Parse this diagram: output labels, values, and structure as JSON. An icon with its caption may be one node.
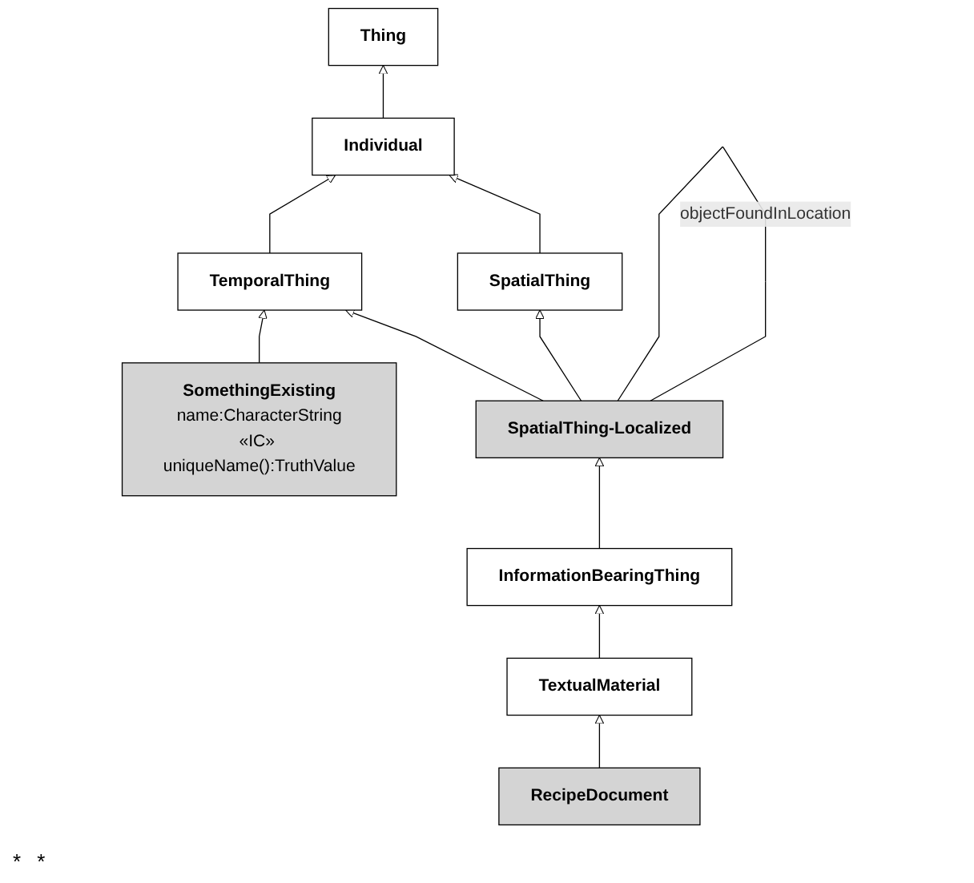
{
  "diagram": {
    "nodes": [
      {
        "text": [
          "Thing"
        ]
      },
      {
        "text": [
          "Individual"
        ]
      },
      {
        "text": [
          "SpatialThing"
        ]
      },
      {
        "text": [
          "TemporalThing"
        ]
      },
      {
        "text": [
          "SpatialThing-Localized"
        ]
      },
      {
        "text": [
          "SomethingExisting",
          "name:CharacterString",
          "«IC» uniqueName():TruthValue"
        ]
      },
      {
        "text": [
          "InformationBearingThing"
        ]
      },
      {
        "text": [
          "TextualMaterial"
        ]
      },
      {
        "text": [
          "RecipeDocument"
        ]
      }
    ],
    "edges": [
      {
        "from": 1,
        "to": 0,
        "arrow": "to"
      },
      {
        "from": 2,
        "to": 1,
        "arrow": "to"
      },
      {
        "from": 3,
        "to": 1,
        "arrow": "to"
      },
      {
        "from": 4,
        "to": 2,
        "arrow": "to"
      },
      {
        "from": 4,
        "to": 3,
        "arrow": "to"
      },
      {
        "from": 5,
        "to": 3,
        "arrow": "to"
      },
      {
        "from": 4,
        "to": 4,
        "arrow": "none",
        "label": "objectFoundInLocation"
      },
      {
        "from": 6,
        "to": 4,
        "arrow": "to"
      },
      {
        "from": 7,
        "to": 6,
        "arrow": "to"
      },
      {
        "from": 8,
        "to": 7,
        "arrow": "to"
      }
    ],
    "labels": [
      "*",
      "*"
    ]
  }
}
